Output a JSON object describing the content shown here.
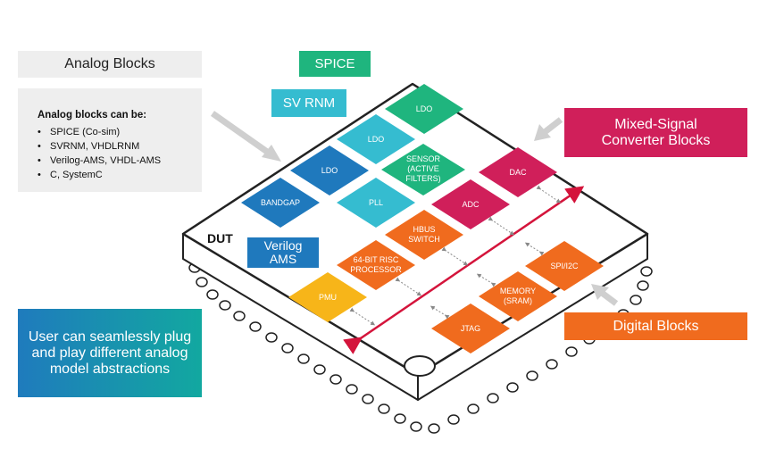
{
  "legend": {
    "analog_title": "Analog Blocks",
    "analog_heading": "Analog blocks can be:",
    "analog_items": [
      "SPICE (Co-sim)",
      "SVRNM, VHDLRNM",
      "Verilog-AMS, VHDL-AMS",
      "C, SystemC"
    ],
    "spice": "SPICE",
    "svrnm": "SV RNM",
    "verilog_ams_line1": "Verilog",
    "verilog_ams_line2": "AMS",
    "mixed_line1": "Mixed-Signal",
    "mixed_line2": "Converter Blocks",
    "digital": "Digital Blocks",
    "user_text": "User can seamlessly plug and play different analog model abstractions"
  },
  "chip": {
    "label": "DUT",
    "blocks": {
      "ldo_top": "LDO",
      "ldo_mid": "LDO",
      "ldo_left": "LDO",
      "sensor": [
        "SENSOR",
        "(ACTIVE",
        "FILTERS)"
      ],
      "bandgap": "BANDGAP",
      "pll": "PLL",
      "adc": "ADC",
      "dac": "DAC",
      "hbus": [
        "HBUS",
        "SWITCH"
      ],
      "risc": [
        "64-BIT RISC",
        "PROCESSOR"
      ],
      "pmu": "PMU",
      "spi": "SPI/I2C",
      "memory": [
        "MEMORY",
        "(SRAM)"
      ],
      "jtag": "JTAG"
    }
  },
  "colors": {
    "ldo_blue": "#1f79bd",
    "teal": "#35bcd0",
    "green": "#1fb57e",
    "magenta": "#d01f5a",
    "orange": "#f06b1e",
    "yellow": "#f7b519",
    "bus_red": "#d4143b"
  }
}
